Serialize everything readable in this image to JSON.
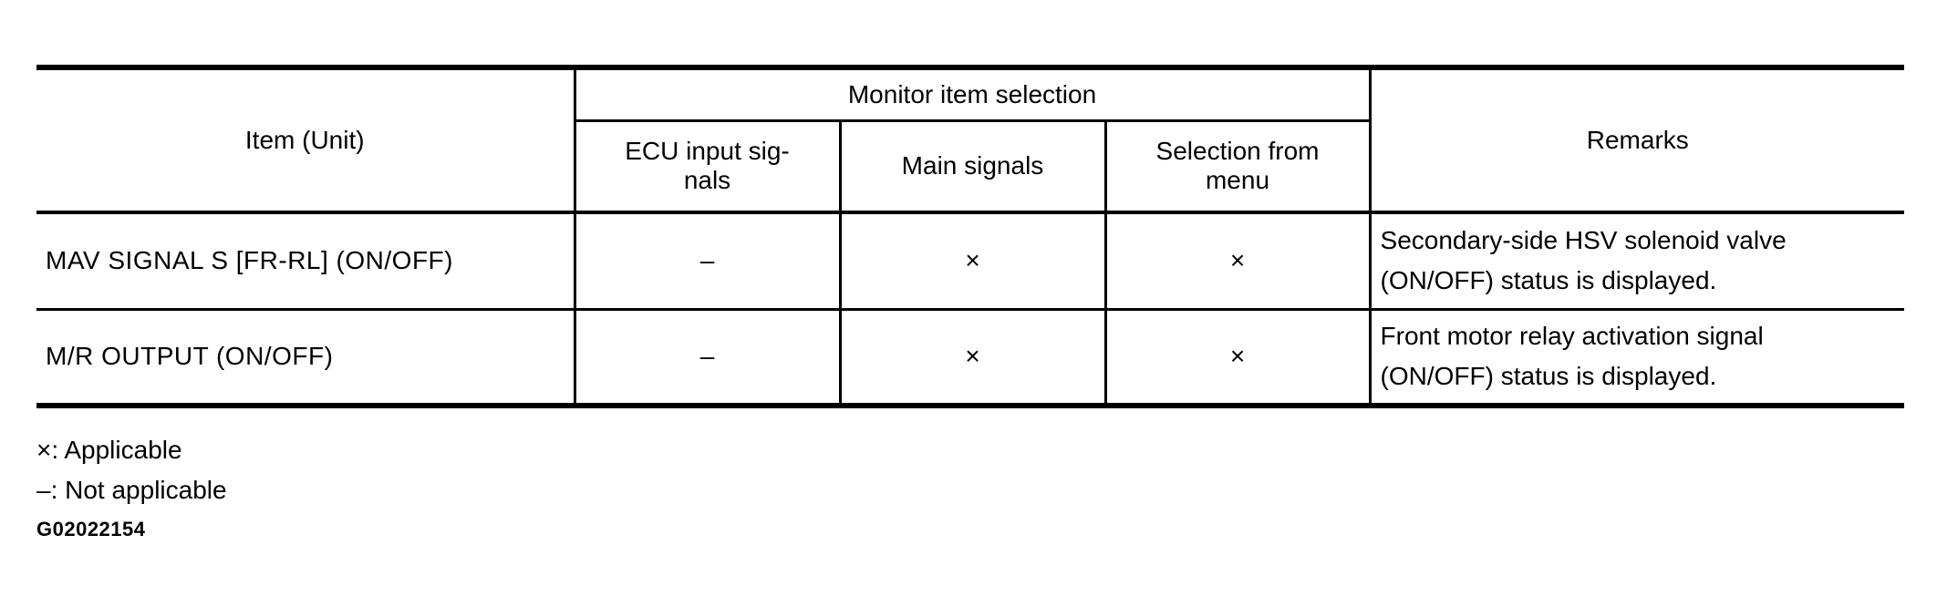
{
  "table": {
    "header": {
      "item_unit": "Item (Unit)",
      "monitor_item_selection": "Monitor item selection",
      "sub_columns": {
        "ecu_input_signals": "ECU input sig-\nnals",
        "main_signals": "Main signals",
        "selection_from_menu": "Selection from\nmenu"
      },
      "remarks": "Remarks"
    },
    "rows": [
      {
        "item": "MAV SIGNAL S [FR-RL] (ON/OFF)",
        "ecu_input_signals": "–",
        "main_signals": "×",
        "selection_from_menu": "×",
        "remarks": "Secondary-side HSV solenoid valve\n(ON/OFF) status is displayed."
      },
      {
        "item": "M/R OUTPUT (ON/OFF)",
        "ecu_input_signals": "–",
        "main_signals": "×",
        "selection_from_menu": "×",
        "remarks": "Front motor relay activation signal\n(ON/OFF) status is displayed."
      }
    ],
    "legend": {
      "applicable": "×: Applicable",
      "not_applicable": "–: Not applicable"
    },
    "figure_id": "G02022154"
  }
}
